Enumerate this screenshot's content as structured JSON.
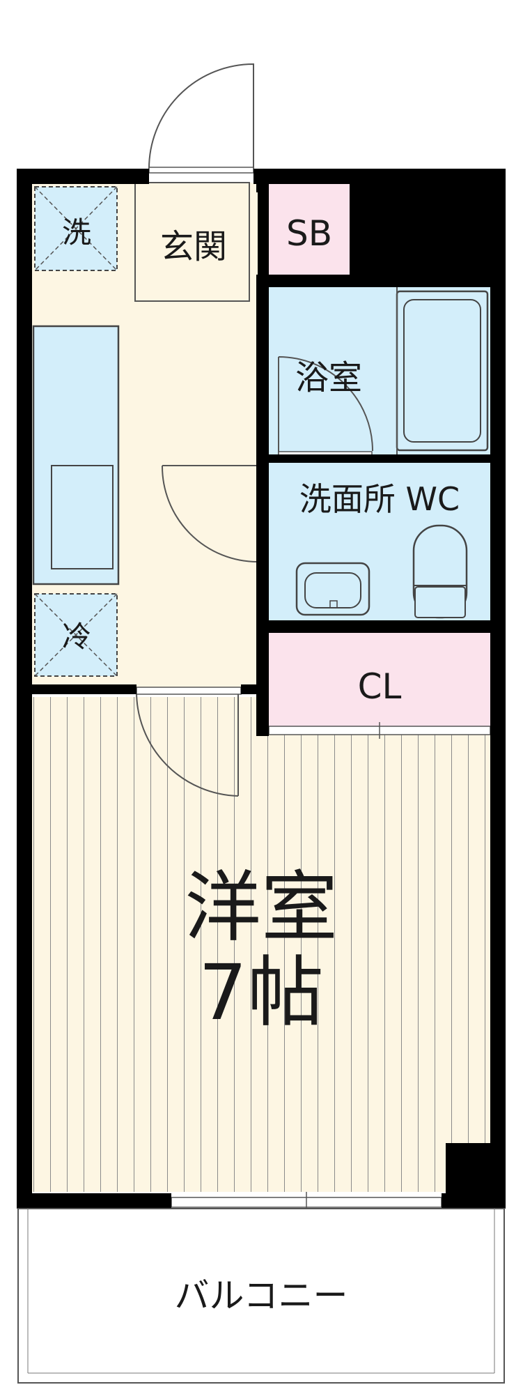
{
  "colors": {
    "wall": "#000000",
    "floor_beige": "#fdf6e3",
    "wet_area_blue": "#d3eefa",
    "storage_pink": "#fbe3ec",
    "floor_line": "#888888"
  },
  "rooms": {
    "washer": {
      "label": "洗",
      "icon": "washer-space"
    },
    "entrance": {
      "label": "玄関"
    },
    "shoe_box": {
      "label": "SB"
    },
    "bathroom": {
      "label": "浴室"
    },
    "washroom_wc": {
      "label": "洗面所 WC"
    },
    "fridge": {
      "label": "冷",
      "icon": "fridge-space"
    },
    "closet": {
      "label": "CL"
    },
    "western_room": {
      "name": "洋室",
      "size": "7帖"
    },
    "balcony": {
      "label": "バルコニー"
    }
  }
}
